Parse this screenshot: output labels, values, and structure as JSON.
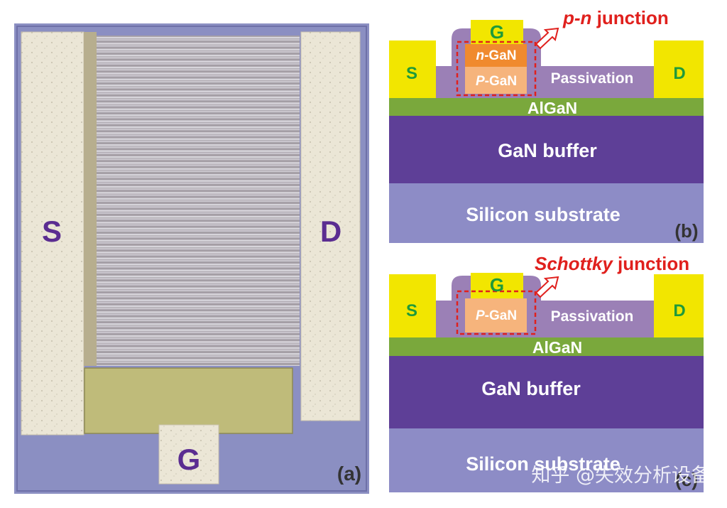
{
  "panel_a": {
    "source_label": "S",
    "drain_label": "D",
    "gate_label": "G",
    "panel_label": "(a)"
  },
  "panel_b": {
    "junction_prefix": "p-n",
    "junction_suffix": " junction",
    "gate": "G",
    "n_gan_prefix": "n",
    "n_gan_suffix": "-GaN",
    "p_gan_prefix": "P",
    "p_gan_suffix": "-GaN",
    "source": "S",
    "drain": "D",
    "passivation": "Passivation",
    "algan": "AlGaN",
    "gan_buffer": "GaN buffer",
    "substrate": "Silicon substrate",
    "panel_label": "(b)"
  },
  "panel_c": {
    "junction_prefix": "Schottky",
    "junction_suffix": " junction",
    "gate": "G",
    "p_gan_prefix": "P",
    "p_gan_suffix": "-GaN",
    "source": "S",
    "drain": "D",
    "passivation": "Passivation",
    "algan": "AlGaN",
    "gan_buffer": "GaN buffer",
    "substrate": "Silicon substrate",
    "panel_label": "(c)"
  },
  "watermark": "知乎 @失效分析设备",
  "colors": {
    "metal_yellow": "#f2e600",
    "passivation": "#9b80b6",
    "n_gan": "#f08a2e",
    "p_gan": "#f6b47c",
    "algan": "#7aa83c",
    "gan_buffer": "#5e3f97",
    "substrate": "#8d8cc6",
    "label_green": "#1f9a3a",
    "junction_red": "#e0201d",
    "chip_label": "#5b2d91"
  }
}
